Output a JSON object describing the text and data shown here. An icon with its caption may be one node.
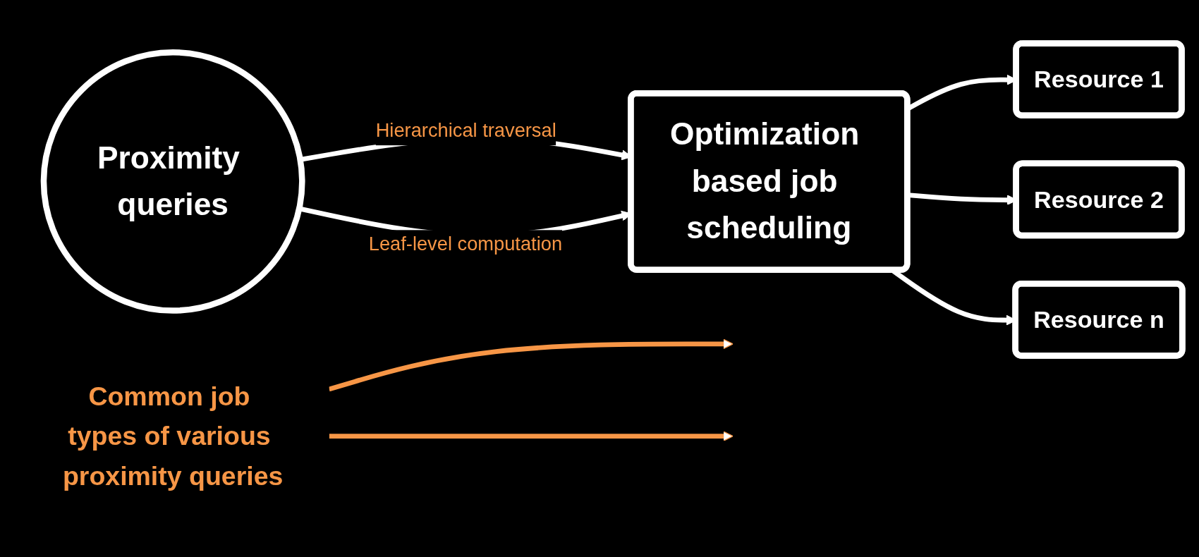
{
  "diagram": {
    "nodes": [
      {
        "text": [
          "Proximity queries"
        ]
      },
      {
        "text": [
          "Optimization based job scheduling"
        ]
      },
      {
        "text": [
          "Resource 1"
        ]
      },
      {
        "text": [
          "Resource 2"
        ]
      },
      {
        "text": [
          "Resource n"
        ]
      },
      {
        "text": [
          "Common job types of various proximity queries"
        ]
      }
    ],
    "edges": [
      {
        "from": 0,
        "to": 1,
        "arrow": "to",
        "label": "Hierarchical traversal"
      },
      {
        "from": 0,
        "to": 1,
        "arrow": "to",
        "label": "Leaf-level computation"
      },
      {
        "from": 1,
        "to": 2,
        "arrow": "to"
      },
      {
        "from": 1,
        "to": 3,
        "arrow": "to"
      },
      {
        "from": 1,
        "to": 4,
        "arrow": "to"
      },
      {
        "from": 5,
        "to": null,
        "arrow": "to",
        "color": "#f79646"
      },
      {
        "from": 5,
        "to": null,
        "arrow": "to",
        "color": "#f79646"
      }
    ]
  }
}
